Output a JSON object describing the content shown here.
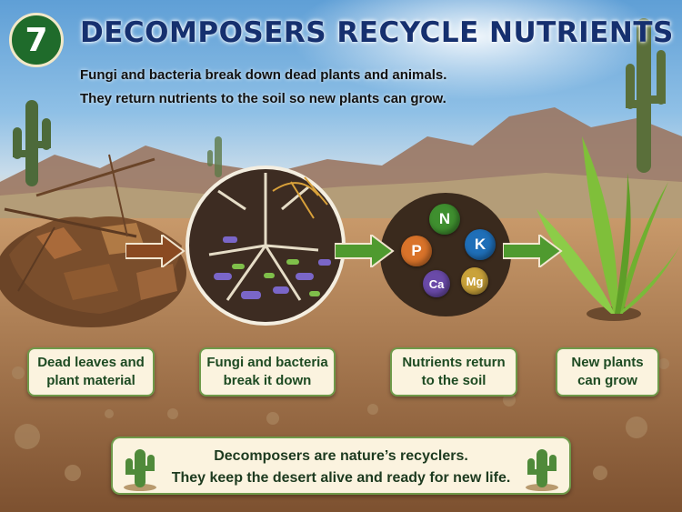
{
  "badge": {
    "number": "7"
  },
  "title": "DECOMPOSERS RECYCLE NUTRIENTS",
  "subtitle": {
    "line1": "Fungi and bacteria break down dead plants and animals.",
    "line2": "They return nutrients to the soil so new plants can grow."
  },
  "stages": [
    {
      "label": "Dead leaves and\nplant material"
    },
    {
      "label": "Fungi and bacteria\nbreak it down"
    },
    {
      "label": "Nutrients return\nto the soil"
    },
    {
      "label": "New plants\ncan grow"
    }
  ],
  "nutrients": [
    {
      "symbol": "N",
      "color": "#3f8f2f"
    },
    {
      "symbol": "P",
      "color": "#d9732a"
    },
    {
      "symbol": "K",
      "color": "#1f6fb8"
    },
    {
      "symbol": "Ca",
      "color": "#6a4aa8"
    },
    {
      "symbol": "Mg",
      "color": "#c9a23a"
    }
  ],
  "banner": {
    "line1": "Decomposers are nature’s recyclers.",
    "line2": "They keep the desert alive and ready for new life."
  },
  "colors": {
    "title": "#16306f",
    "badge": "#1f6b2b",
    "label_border": "#6f9a4a",
    "arrow_brown": "#8a4a22",
    "arrow_green": "#4f9a2f"
  }
}
